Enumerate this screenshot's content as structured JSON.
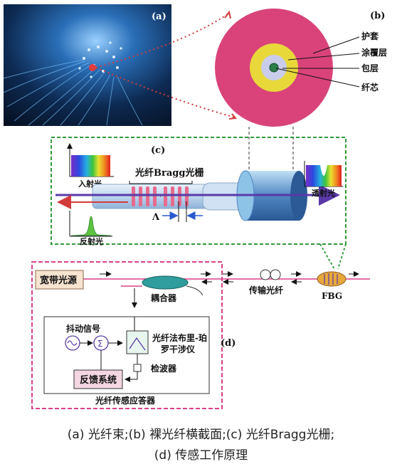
{
  "panel_a": {
    "label": "(a)"
  },
  "panel_b": {
    "label": "(b)",
    "layers": [
      "护套",
      "涂覆层",
      "包层",
      "纤芯"
    ]
  },
  "panel_c": {
    "label": "(c)",
    "grating_title": "光纤Bragg光栅",
    "incident": "入射光",
    "transmitted": "透射光",
    "reflected": "反射光",
    "period": "Λ"
  },
  "panel_d": {
    "label": "(d)",
    "source": "宽带光源",
    "coupler": "耦合器",
    "transmission_fiber": "传输光纤",
    "fbg": "FBG",
    "dither_signal": "抖动信号",
    "sum_symbol": "Σ",
    "interferometer_line1": "光纤法布里-珀",
    "interferometer_line2": "罗干涉仪",
    "detector": "检波器",
    "feedback": "反馈系统",
    "responder": "光纤传感应答器"
  },
  "caption": {
    "line1": "(a) 光纤束;(b) 裸光纤横截面;(c) 光纤Bragg光栅;",
    "line2": "(d) 传感工作原理"
  },
  "colors": {
    "jacket": "#d9437a",
    "coating": "#e8d83a",
    "cladding": "#c9cdea",
    "core": "#2c7d4a",
    "dashed_green": "#2f9a3a",
    "dashed_magenta": "#d8408a",
    "fiber_line": "#d8408a",
    "arrow_purple": "#5a3aa8",
    "arrow_red": "#d23b3b",
    "connector": "#5f8fc9"
  }
}
